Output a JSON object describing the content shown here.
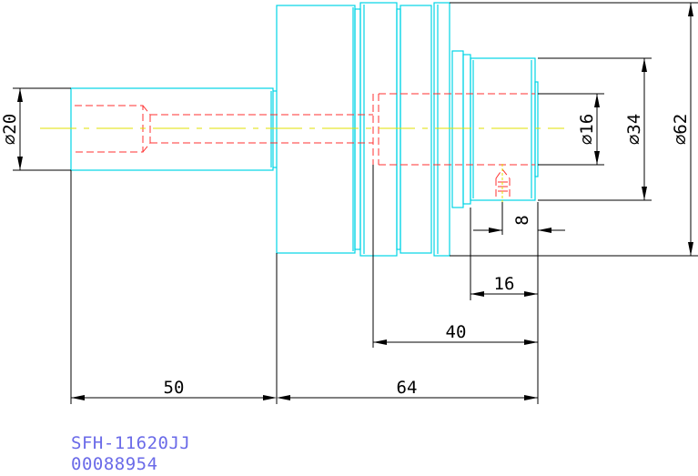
{
  "colors": {
    "outline": "#00d4e6",
    "dimension": "#000000",
    "hidden": "#ff3030",
    "centerline": "#e0e000",
    "caption": "#6a6ae8"
  },
  "drawing": {
    "dimensions": {
      "d20": "⌀20",
      "d16": "⌀16",
      "d34": "⌀34",
      "d62": "⌀62",
      "len8": "8",
      "len16": "16",
      "len40": "40",
      "len50": "50",
      "len64": "64"
    }
  },
  "caption": {
    "part_number": "SFH-11620JJ",
    "code": "00088954"
  }
}
